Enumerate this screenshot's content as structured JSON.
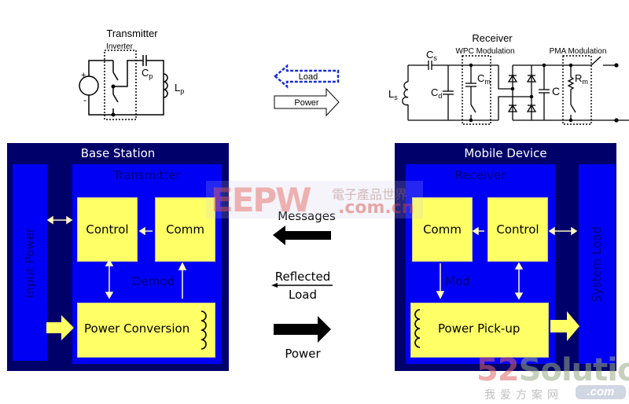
{
  "circuits": {
    "transmitter": {
      "title": "Transmitter",
      "inverter_label": "Inverter",
      "plus": "+",
      "minus": "-",
      "cap_label": "C",
      "cap_sub": "p",
      "ind_label": "L",
      "ind_sub": "p"
    },
    "receiver": {
      "title": "Receiver",
      "wpc_label": "WPC Modulation",
      "pma_label": "PMA  Modulation",
      "cs_label": "C",
      "cs_sub": "s",
      "cd_label": "C",
      "cd_sub": "d",
      "cm_label": "C",
      "cm_sub": "m",
      "ls_label": "L",
      "ls_sub": "s",
      "c_label": "C",
      "rm_label": "R",
      "rm_sub": "m"
    },
    "legend": {
      "load_label": "Load",
      "power_label": "Power"
    }
  },
  "base_station": {
    "title": "Base Station",
    "input_power": "Input Power",
    "transmitter_label": "Transmitter",
    "control": "Control",
    "comm": "Comm",
    "demod": "Demod",
    "power_conversion": "Power Conversion"
  },
  "middle": {
    "messages": "Messages",
    "reflected": "Reflected",
    "load": "Load",
    "power": "Power"
  },
  "mobile_device": {
    "title": "Mobile Device",
    "receiver_label": "Receiver",
    "comm": "Comm",
    "control": "Control",
    "mod": "Mod",
    "power_pickup": "Power Pick-up",
    "system_load": "System Load"
  },
  "watermarks": {
    "eepw": "EEPW",
    "eepw_cn": "電子產品世界",
    "eepw_domain": ".com.cn",
    "solution_52": "52",
    "solution_text": "Solution",
    "solution_cn": "我爱方案网",
    "solution_domain": ".com"
  },
  "colors": {
    "dark_navy": "#00006b",
    "bright_blue": "#0000f5",
    "yellow": "#ffff66",
    "dashed_blue": "#1a2fd6"
  }
}
